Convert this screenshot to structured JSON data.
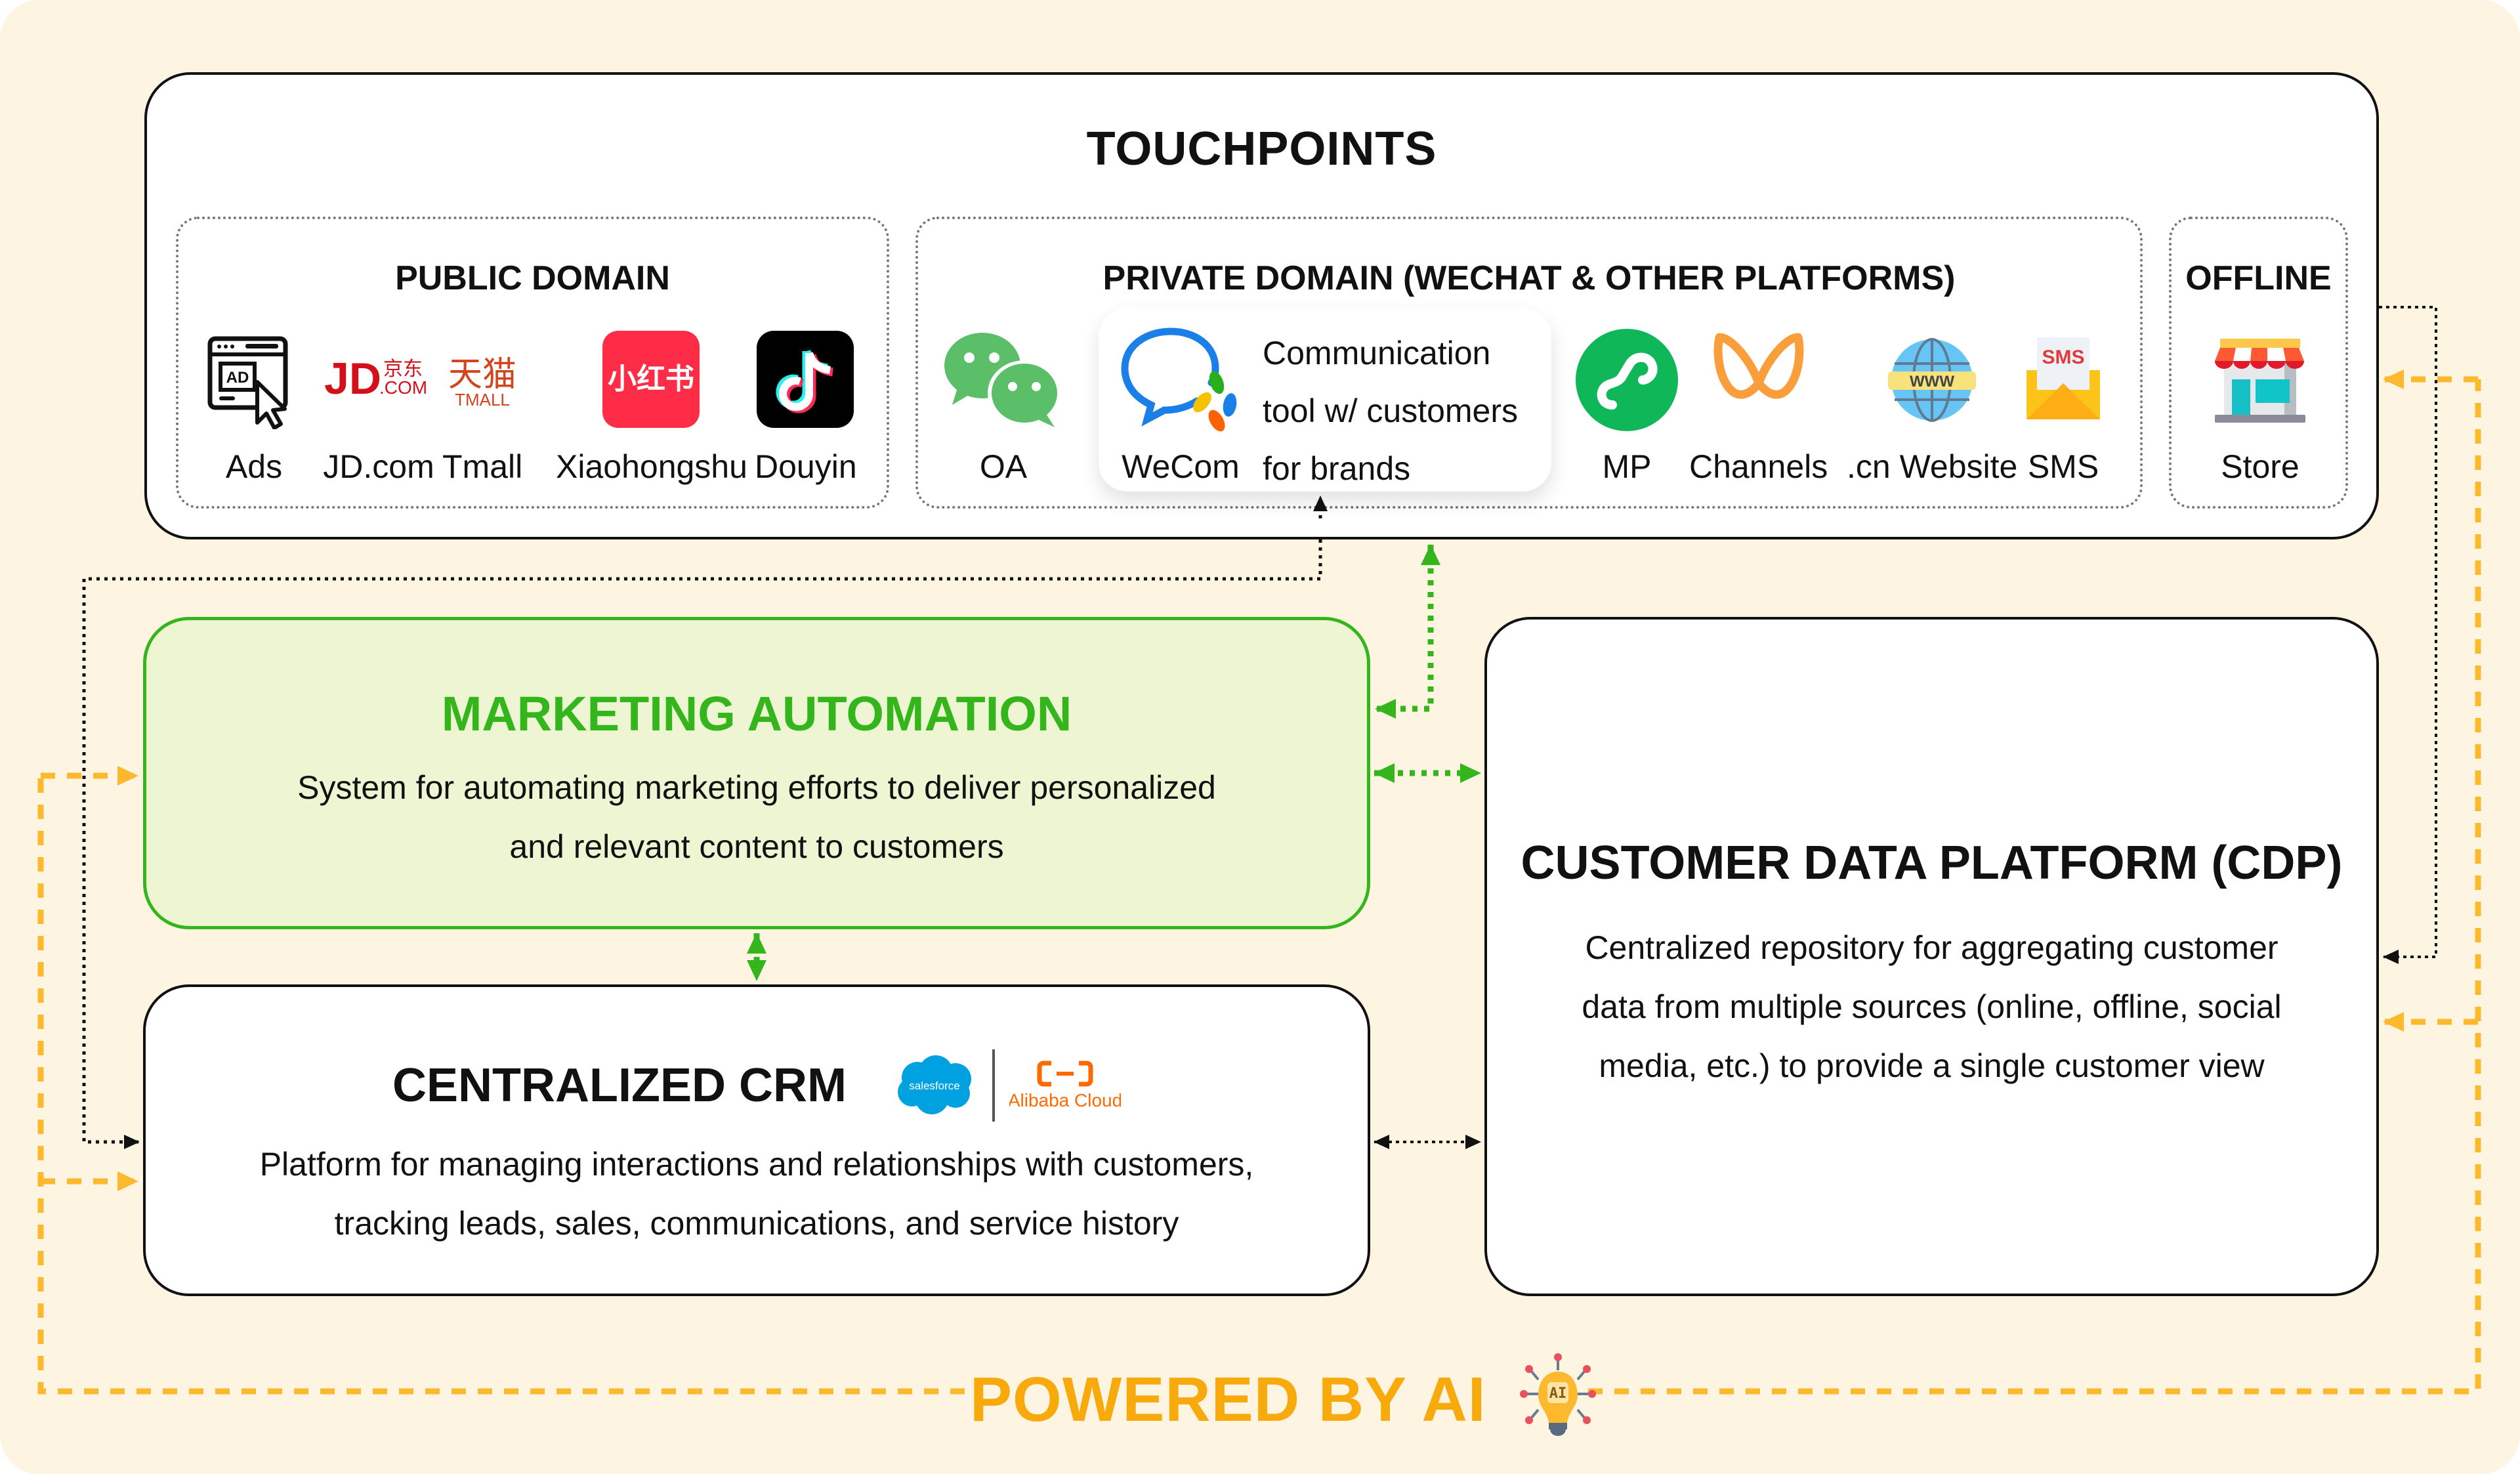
{
  "touchpoints": {
    "title": "TOUCHPOINTS",
    "public_domain": {
      "title": "PUBLIC DOMAIN",
      "items": [
        {
          "label": "Ads",
          "icon": "ad-click-icon"
        },
        {
          "label": "JD.com",
          "icon": "jd-logo-icon",
          "logo_text": "JD",
          "logo_sub": "京东",
          "logo_sub2": ".COM"
        },
        {
          "label": "Tmall",
          "icon": "tmall-logo-icon",
          "logo_text": "天猫",
          "logo_sub": "TMALL"
        },
        {
          "label": "Xiaohongshu",
          "icon": "xiaohongshu-logo-icon",
          "logo_text": "小红书"
        },
        {
          "label": "Douyin",
          "icon": "douyin-logo-icon"
        }
      ]
    },
    "private_domain": {
      "title": "PRIVATE DOMAIN (WECHAT & OTHER PLATFORMS)",
      "items": [
        {
          "label": "OA",
          "icon": "wechat-icon"
        },
        {
          "label": "WeCom",
          "icon": "wecom-icon",
          "description": [
            "Communication",
            "tool w/ customers",
            "for brands"
          ]
        },
        {
          "label": "MP",
          "icon": "mini-program-icon"
        },
        {
          "label": "Channels",
          "icon": "channels-icon"
        },
        {
          "label": ".cn Website",
          "icon": "globe-www-icon",
          "icon_text": "WWW"
        },
        {
          "label": "SMS",
          "icon": "sms-envelope-icon",
          "icon_text": "SMS"
        }
      ]
    },
    "offline": {
      "title": "OFFLINE",
      "items": [
        {
          "label": "Store",
          "icon": "store-icon"
        }
      ]
    }
  },
  "marketing_automation": {
    "title": "MARKETING AUTOMATION",
    "description": [
      "System for automating marketing efforts to deliver personalized",
      "and relevant content to customers"
    ]
  },
  "crm": {
    "title": "CENTRALIZED CRM",
    "logos": [
      {
        "name": "salesforce",
        "text": "salesforce"
      },
      {
        "name": "alibaba-cloud",
        "text": "Alibaba Cloud",
        "mark": "[-]"
      }
    ],
    "description": [
      "Platform for managing interactions and relationships with customers,",
      "tracking leads, sales, communications, and service history"
    ]
  },
  "cdp": {
    "title": "CUSTOMER DATA PLATFORM (CDP)",
    "description": [
      "Centralized repository for aggregating customer",
      "data from multiple sources (online, offline, social",
      "media, etc.) to provide a single customer view"
    ]
  },
  "footer": {
    "powered_label": "POWERED BY AI",
    "bulb_text": "AI"
  },
  "colors": {
    "background": "#fef4e2",
    "green": "#33b51b",
    "green_fill": "#eef5d2",
    "ai_orange": "#f8a90c",
    "connector_orange": "#fdb92e",
    "border": "#111111"
  }
}
